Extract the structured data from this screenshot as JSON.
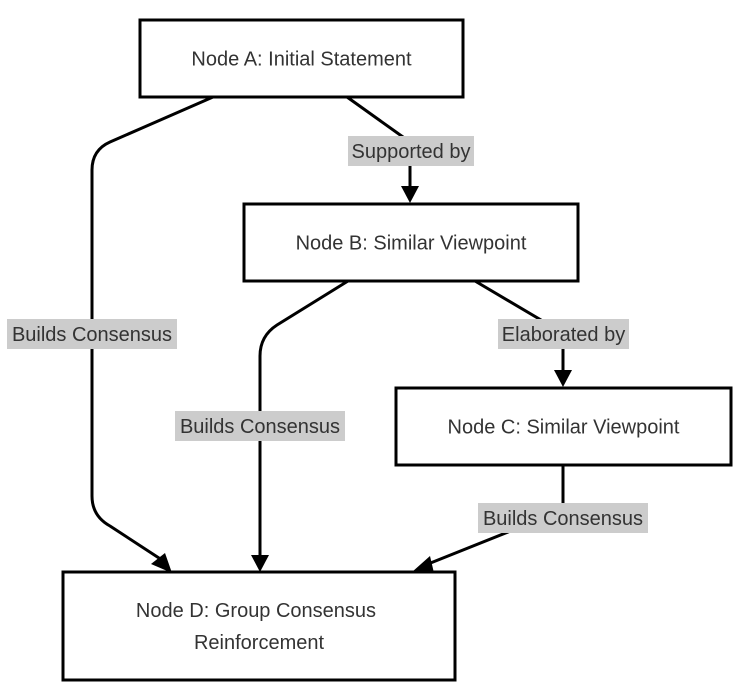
{
  "diagram": {
    "nodes": {
      "a": {
        "label": "Node A: Initial Statement"
      },
      "b": {
        "label": "Node B: Similar Viewpoint"
      },
      "c": {
        "label": "Node C: Similar Viewpoint"
      },
      "d": {
        "label_line1": "Node D: Group Consensus",
        "label_line2": "Reinforcement"
      }
    },
    "edges": {
      "a_to_b": {
        "label": "Supported by"
      },
      "b_to_c": {
        "label": "Elaborated by"
      },
      "a_to_d": {
        "label": "Builds Consensus"
      },
      "b_to_d": {
        "label": "Builds Consensus"
      },
      "c_to_d": {
        "label": "Builds Consensus"
      }
    },
    "colors": {
      "node_border": "#000000",
      "node_fill": "#ffffff",
      "text": "#333333",
      "label_background": "#cccccc"
    }
  }
}
